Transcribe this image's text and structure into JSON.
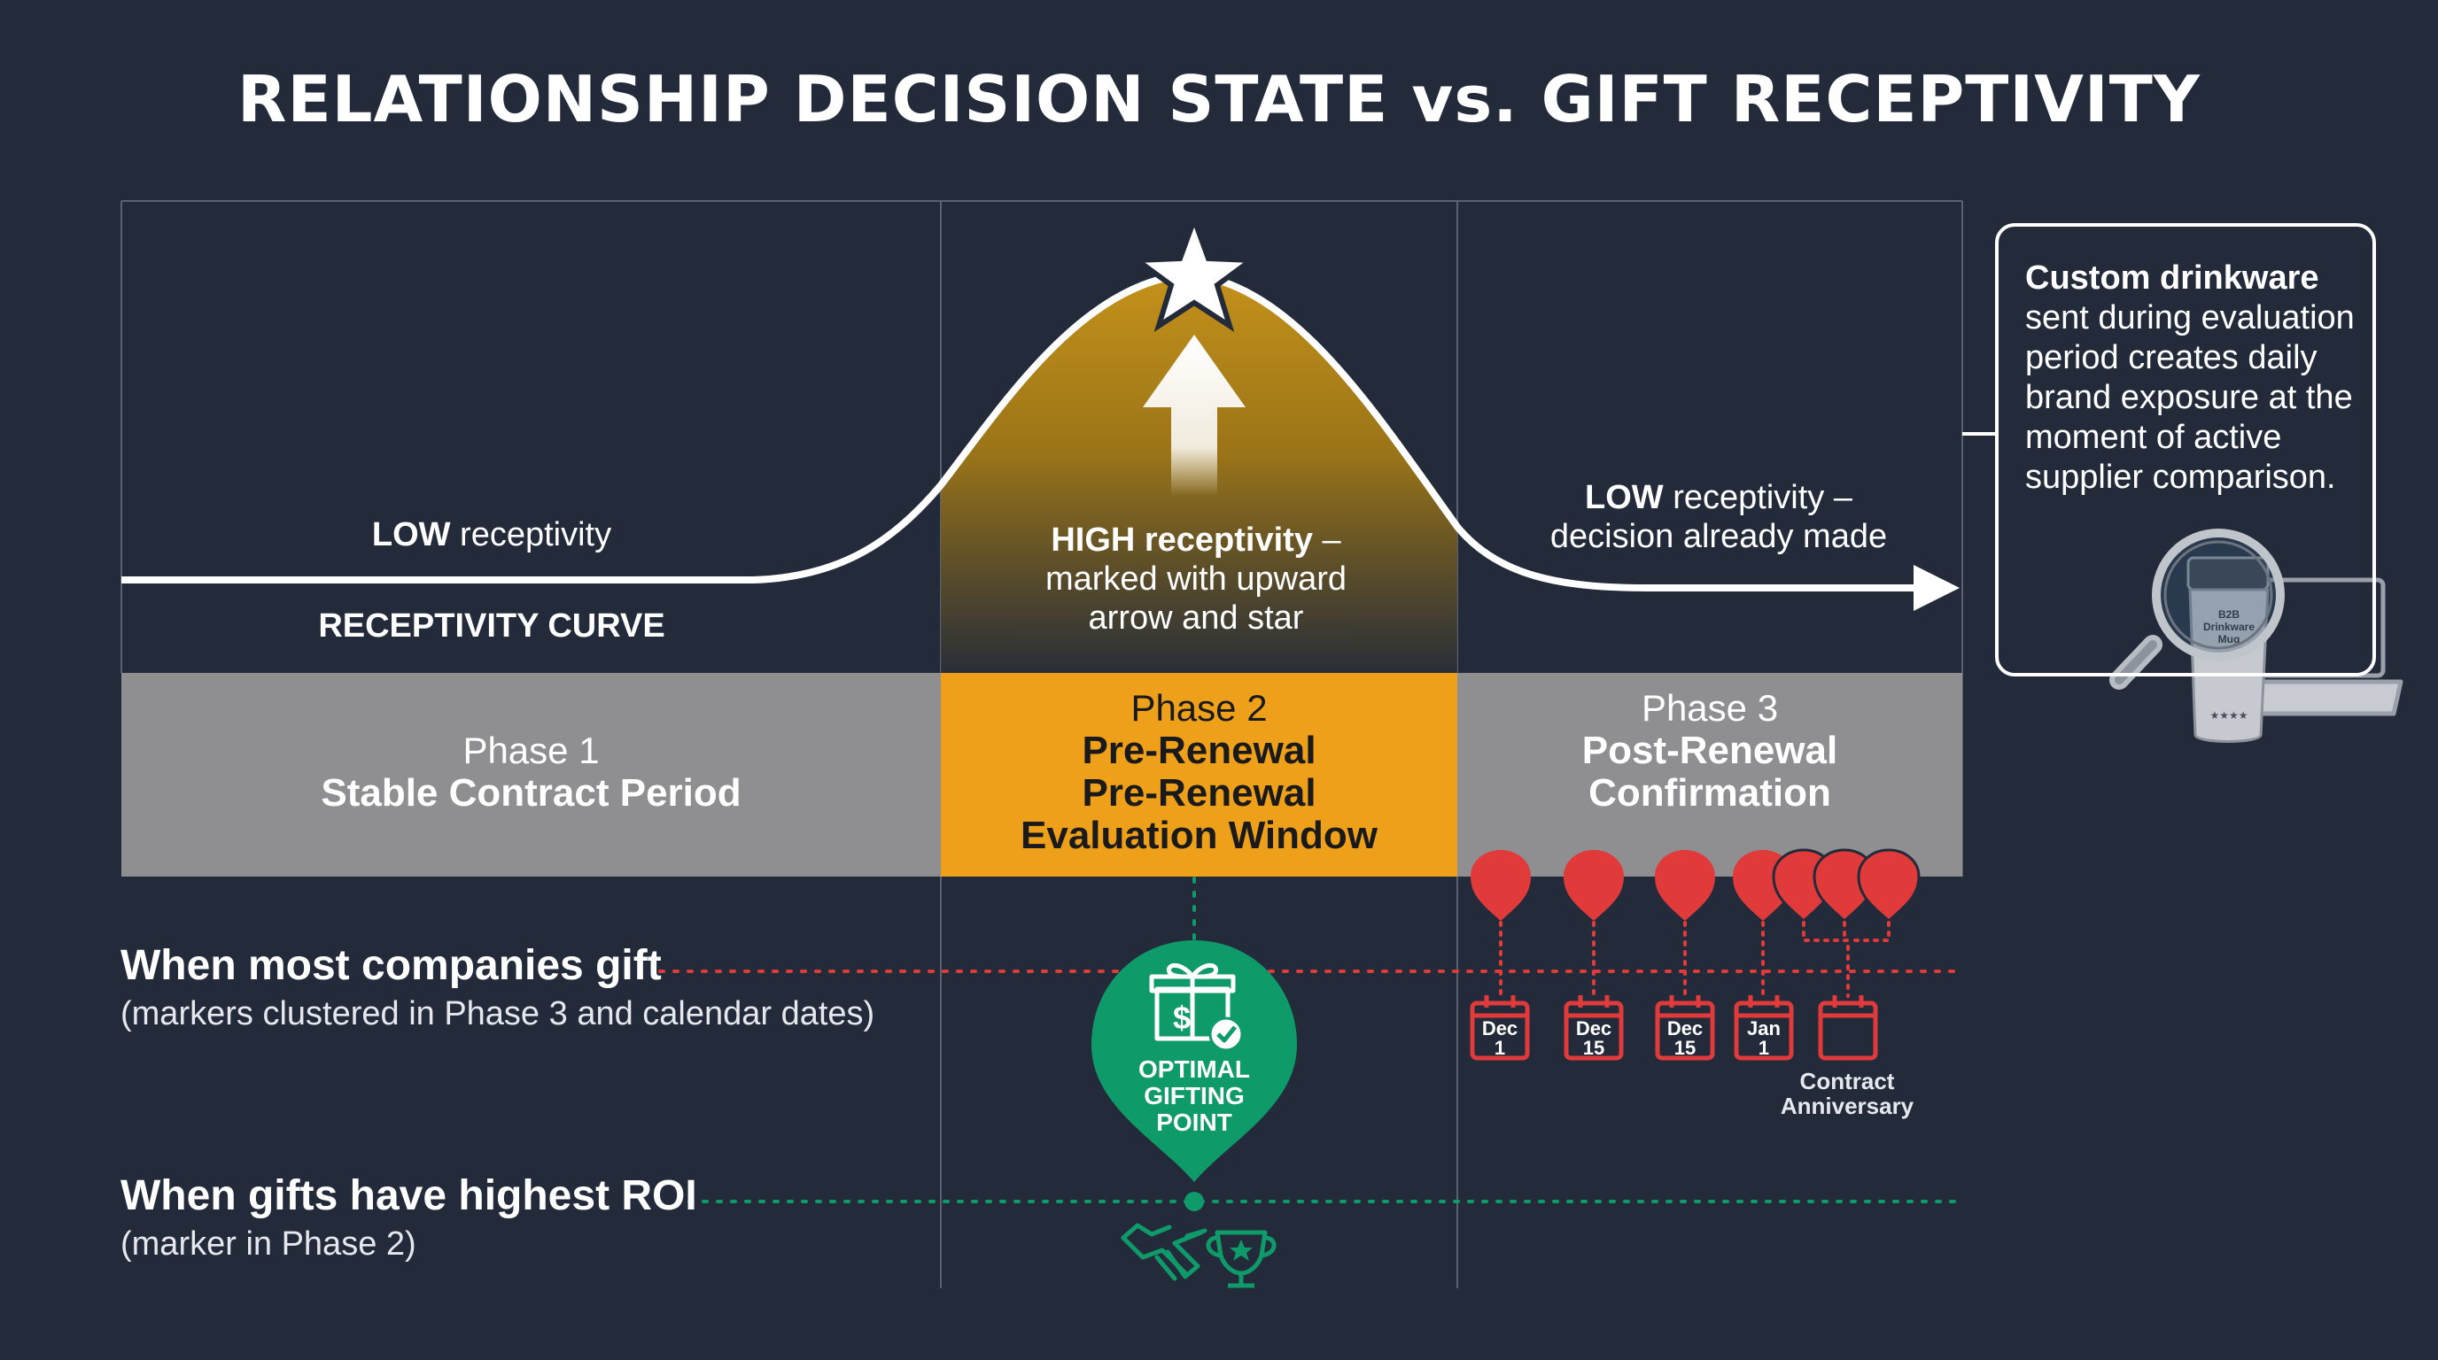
{
  "title": "RELATIONSHIP DECISION STATE vs. GIFT RECEPTIVITY",
  "curve": {
    "low_left_strong": "LOW",
    "low_left_rest": " receptivity",
    "curve_label": "RECEPTIVITY CURVE",
    "high_strong": "HIGH receptivity",
    "high_rest_line1": " –",
    "high_rest_line2": "marked with upward",
    "high_rest_line3": "arrow and star",
    "low_right_strong": "LOW",
    "low_right_rest": " receptivity –",
    "low_right_line2": "decision already made"
  },
  "phases": [
    {
      "number": "Phase 1",
      "name_lines": [
        "Stable Contract Period"
      ]
    },
    {
      "number": "Phase 2",
      "name_lines": [
        "Pre-Renewal",
        "Pre-Renewal",
        "Evaluation Window"
      ]
    },
    {
      "number": "Phase 3",
      "name_lines": [
        "Post-Renewal",
        "Confirmation"
      ]
    }
  ],
  "rows": {
    "most_companies": {
      "heading": "When most companies gift",
      "sub": "(markers clustered in Phase 3 and calendar dates)"
    },
    "highest_roi": {
      "heading": "When gifts have highest ROI",
      "sub": "(marker in Phase 2)"
    }
  },
  "optimal_point": {
    "line1": "OPTIMAL",
    "line2": "GIFTING",
    "line3": "POINT"
  },
  "calendar_markers": [
    {
      "month": "Dec",
      "day": "1"
    },
    {
      "month": "Dec",
      "day": "15"
    },
    {
      "month": "Dec",
      "day": "15"
    },
    {
      "month": "Jan",
      "day": "1"
    },
    {
      "month": "",
      "day": ""
    }
  ],
  "contract_anniversary": {
    "line1": "Contract",
    "line2": "Anniversary"
  },
  "callout": {
    "strong": "Custom drinkware",
    "lines": [
      "sent during evaluation",
      "period creates daily",
      "brand exposure at the",
      "moment of active",
      "supplier comparison."
    ]
  },
  "mug_label": {
    "line1": "B2B",
    "line2": "Drinkware",
    "line3": "Mug",
    "stars": "★★★★"
  },
  "colors": {
    "background": "#232b3b",
    "phase_gray": "#8f8f91",
    "phase_highlight": "#eea01a",
    "curve": "#ffffff",
    "optimal_green": "#0f9a6a",
    "marker_red": "#e03a3a"
  },
  "icons": {
    "star": "star-icon",
    "arrow": "up-arrow-icon",
    "gift": "gift-dollar-icon",
    "handshake": "handshake-icon",
    "trophy": "trophy-icon",
    "magnifier": "magnifier-icon",
    "laptop": "laptop-icon",
    "calendar": "calendar-icon",
    "pin": "map-pin-icon"
  }
}
